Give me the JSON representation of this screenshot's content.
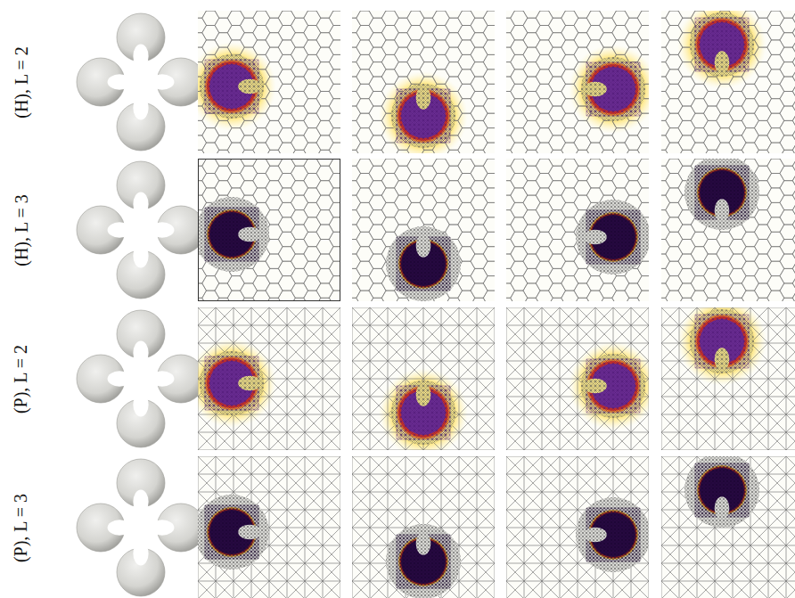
{
  "diagram": {
    "labels": [
      "(H), L = 2",
      "(H), L = 3",
      "(P), L = 2",
      "(P), L = 3"
    ]
  }
}
